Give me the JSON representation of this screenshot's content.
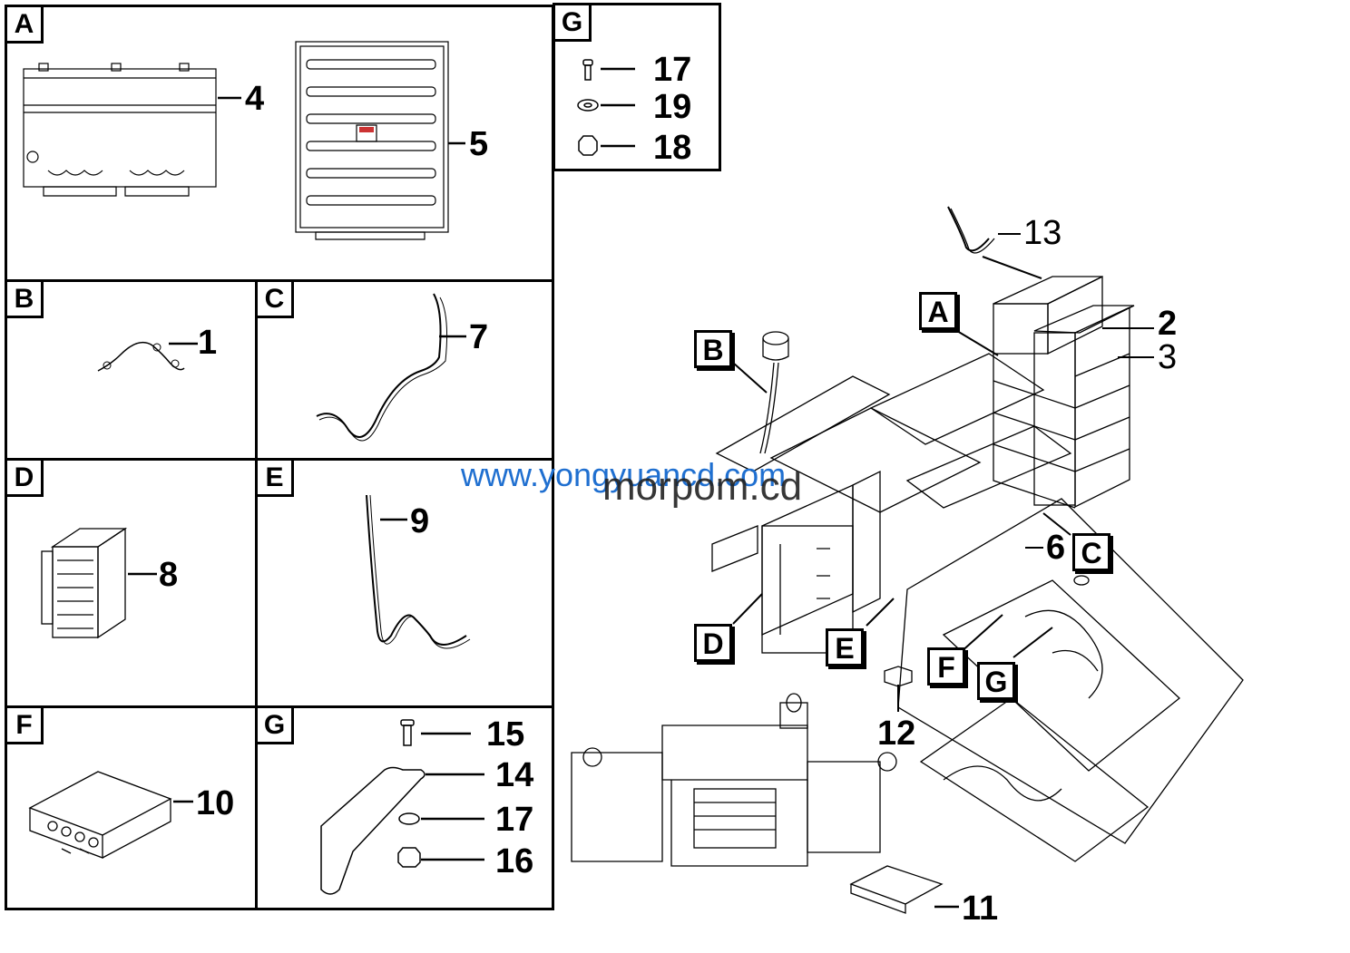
{
  "panels": {
    "A": {
      "tag": "A",
      "callouts": [
        "4",
        "5"
      ]
    },
    "B": {
      "tag": "B",
      "callouts": [
        "1"
      ]
    },
    "C": {
      "tag": "C",
      "callouts": [
        "7"
      ]
    },
    "D": {
      "tag": "D",
      "callouts": [
        "8"
      ]
    },
    "E": {
      "tag": "E",
      "callouts": [
        "9"
      ]
    },
    "F": {
      "tag": "F",
      "callouts": [
        "10"
      ]
    },
    "G_top": {
      "tag": "G",
      "callouts": [
        "17",
        "19",
        "18"
      ]
    },
    "G_bottom": {
      "tag": "G",
      "callouts": [
        "15",
        "14",
        "17",
        "16"
      ]
    }
  },
  "main_view": {
    "callouts": [
      "13",
      "2",
      "3",
      "6",
      "12",
      "11"
    ],
    "locators": [
      "A",
      "B",
      "C",
      "D",
      "E",
      "F",
      "G"
    ]
  },
  "watermark": {
    "line1": "www.yongyuancd.com",
    "line2": "morpom.cd"
  }
}
